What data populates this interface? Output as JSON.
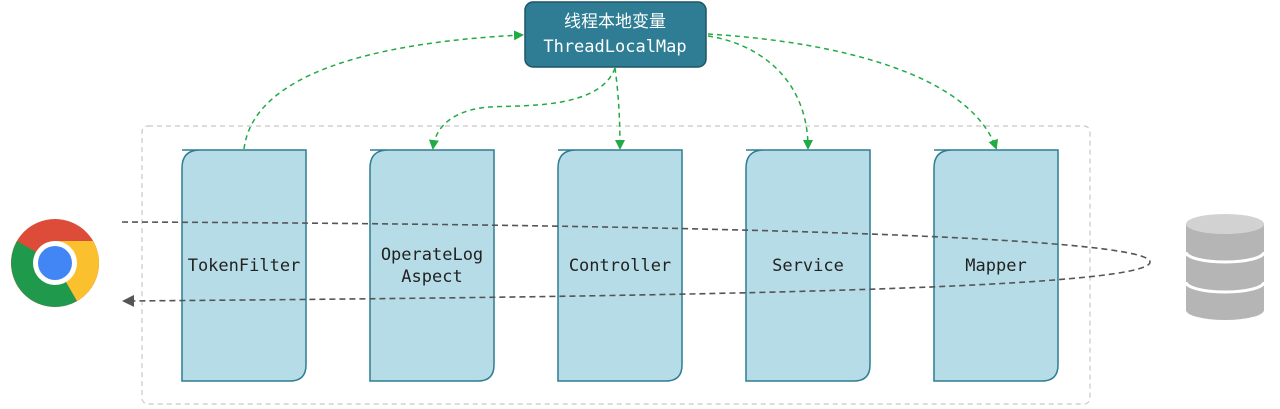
{
  "thread_local": {
    "title": "线程本地变量",
    "subtitle": "ThreadLocalMap"
  },
  "components": [
    {
      "id": "token-filter",
      "label": "TokenFilter"
    },
    {
      "id": "operate-log-aspect",
      "label_line1": "OperateLog",
      "label_line2": "Aspect"
    },
    {
      "id": "controller",
      "label": "Controller"
    },
    {
      "id": "service",
      "label": "Service"
    },
    {
      "id": "mapper",
      "label": "Mapper"
    }
  ],
  "icons": {
    "client": "chrome-browser-icon",
    "storage": "database-icon"
  },
  "colors": {
    "thread_local_fill": "#2e7d94",
    "component_fill": "#b6dde7",
    "component_stroke": "#2e7d94",
    "context_arrow": "#22aa44",
    "flow_arrow": "#555555"
  }
}
